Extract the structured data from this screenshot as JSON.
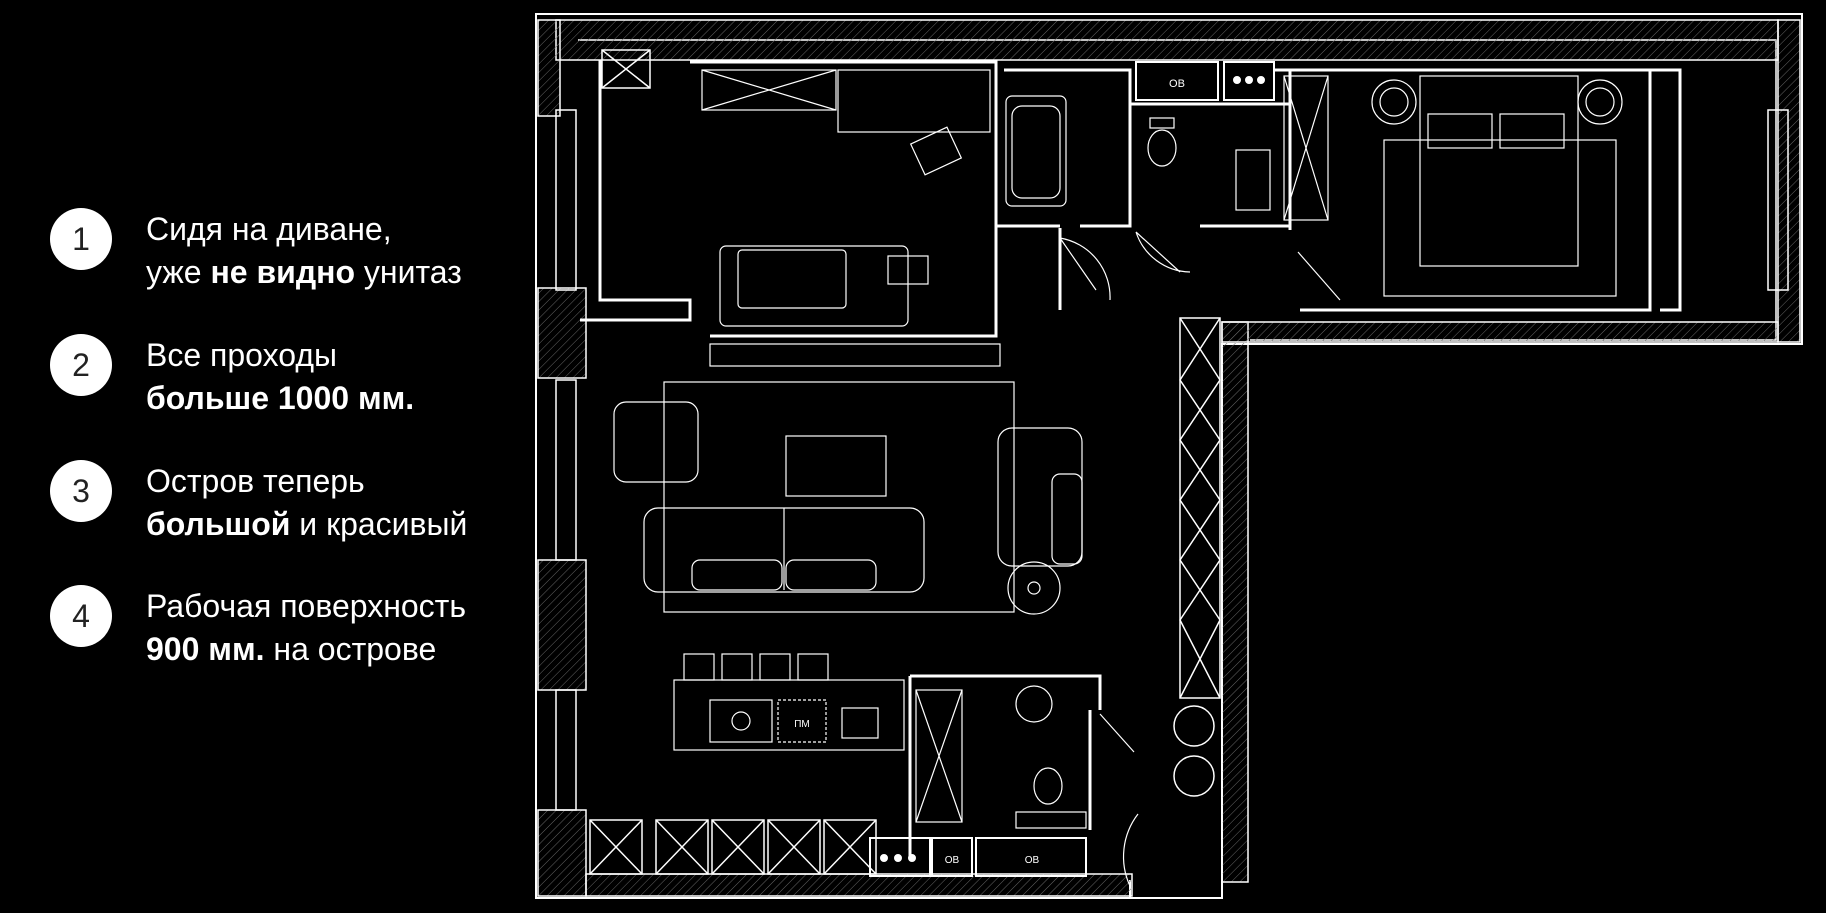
{
  "legend": [
    {
      "number": "1",
      "line1": "Сидя на диване,",
      "line2_pre": "уже ",
      "line2_bold": "не видно",
      "line2_post": " унитаз"
    },
    {
      "number": "2",
      "line1": "Все проходы",
      "line2_pre": "",
      "line2_bold": "больше 1000 мм.",
      "line2_post": ""
    },
    {
      "number": "3",
      "line1": "Остров теперь",
      "line2_pre": "",
      "line2_bold": "большой",
      "line2_post": " и красивый"
    },
    {
      "number": "4",
      "line1": "Рабочая поверхность",
      "line2_pre": "",
      "line2_bold": "900 мм.",
      "line2_post": " на острове"
    }
  ],
  "plan": {
    "oven_top": "ОВ",
    "oven_bottom_small": "ОВ",
    "oven_bottom_large": "ОВ",
    "dishwasher": "ПМ"
  },
  "colors": {
    "background": "#000000",
    "lines": "#ffffff",
    "badge": "#ffffff"
  }
}
